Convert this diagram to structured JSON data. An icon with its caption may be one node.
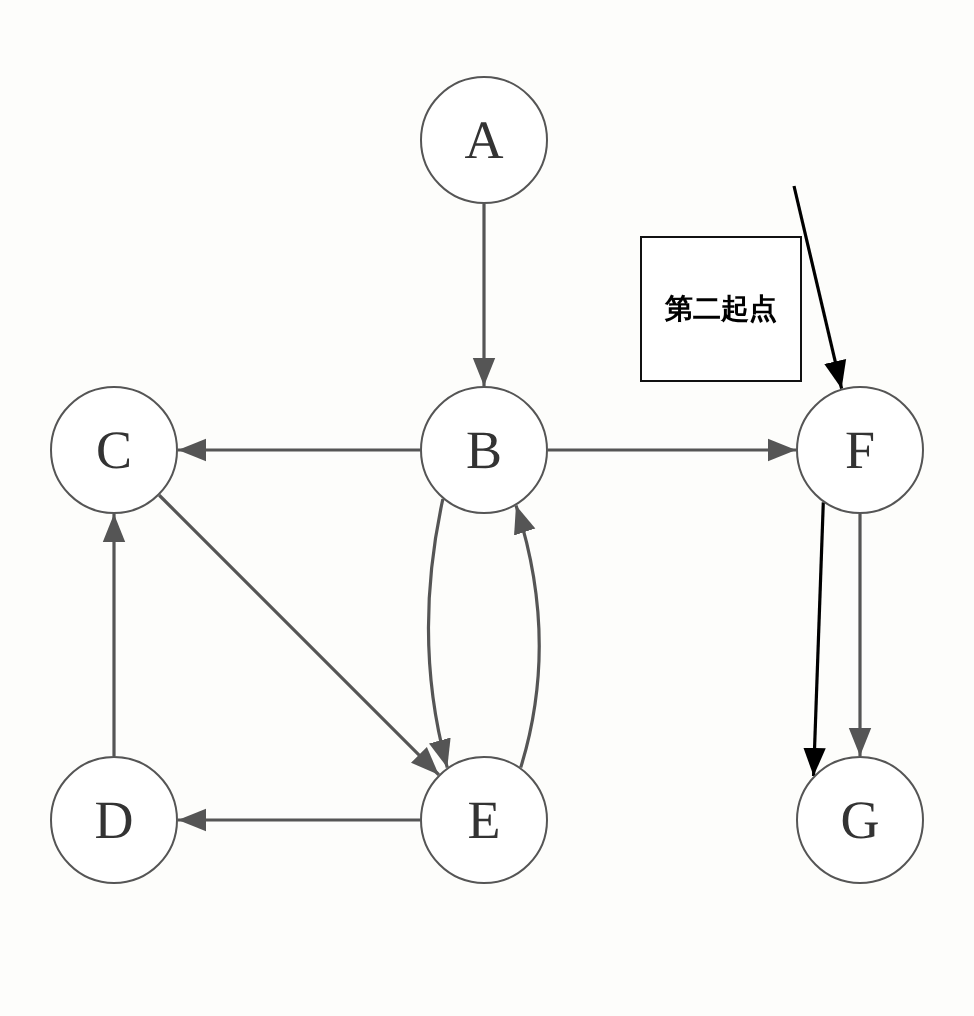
{
  "diagram": {
    "nodes": [
      {
        "text": [
          "A"
        ]
      },
      {
        "text": [
          "B"
        ]
      },
      {
        "text": [
          "C"
        ]
      },
      {
        "text": [
          "D"
        ]
      },
      {
        "text": [
          "E"
        ]
      },
      {
        "text": [
          "F"
        ]
      },
      {
        "text": [
          "G"
        ]
      },
      {
        "text": [
          "第二起点"
        ]
      }
    ],
    "edges": [
      {
        "from": 0,
        "to": 1,
        "arrow": "to"
      },
      {
        "from": 1,
        "to": 2,
        "arrow": "to"
      },
      {
        "from": 1,
        "to": 5,
        "arrow": "to"
      },
      {
        "from": 2,
        "to": 4,
        "arrow": "to"
      },
      {
        "from": 1,
        "to": 4,
        "arrow": "to"
      },
      {
        "from": 4,
        "to": 1,
        "arrow": "to"
      },
      {
        "from": 4,
        "to": 3,
        "arrow": "to"
      },
      {
        "from": 3,
        "to": 2,
        "arrow": "to"
      },
      {
        "from": 5,
        "to": 6,
        "arrow": "to"
      },
      {
        "from": null,
        "to": 5,
        "arrow": "to",
        "color": "#000000"
      },
      {
        "from": 5,
        "to": 6,
        "arrow": "to",
        "color": "#000000"
      }
    ]
  }
}
